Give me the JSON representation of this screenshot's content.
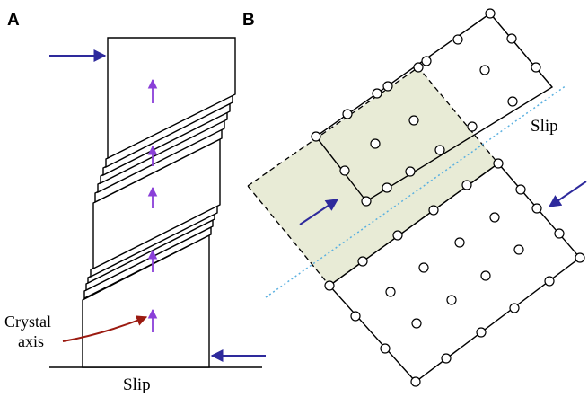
{
  "panel_a": {
    "label": "A",
    "crystal_axis_line1": "Crystal",
    "crystal_axis_line2": "axis",
    "slip_label": "Slip"
  },
  "panel_b": {
    "label": "B",
    "slip_label": "Slip"
  },
  "colors": {
    "arrow_blue": "#2e2a9c",
    "axis_purple": "#8a3fd8",
    "axis_pointer_red": "#9b1a10",
    "slip_plane_dotted": "#5ab0e0",
    "shaded_region": "#e8ebd6"
  }
}
